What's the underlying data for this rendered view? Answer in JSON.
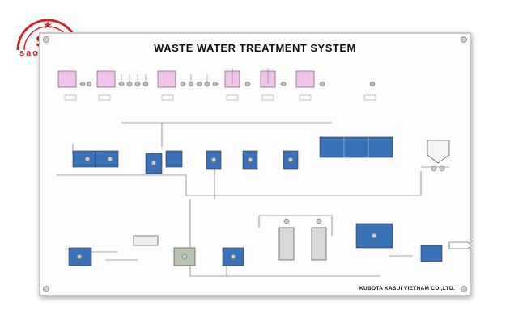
{
  "logo": {
    "brand": "SM",
    "caption": "saomai"
  },
  "board": {
    "title": "WASTE WATER TREATMENT SYSTEM",
    "footer": "KUBOTA KASUI VIETNAM CO.,LTD."
  },
  "colors": {
    "chemical_tank": "#f2c4ec",
    "process_tank": "#3a72b8",
    "filter_tank": "#d9d9d9",
    "pipe": "#555555",
    "logo_red": "#d8232a"
  },
  "icons": [
    "pump-icon",
    "gauge-icon",
    "tank-icon",
    "pipe-line"
  ]
}
